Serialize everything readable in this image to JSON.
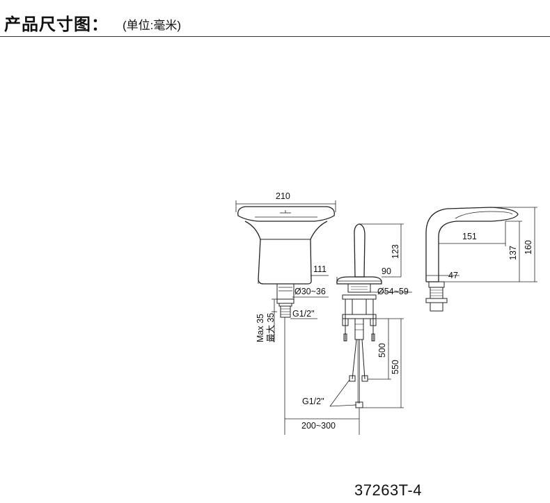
{
  "header": {
    "title": "产品尺寸图：",
    "unit_note": "(单位:毫米)"
  },
  "dimensions": {
    "spout_width": "210",
    "spout_base_diameter": "111",
    "spout_hole_diameter": "Ø30~36",
    "spout_thread": "G1/2\"",
    "max_thickness_en": "Max 35",
    "max_thickness_cn": "最大 35",
    "handle_height": "123",
    "handle_base_diameter": "90",
    "handle_hole_diameter": "Ø54~59",
    "hose_length_500": "500",
    "hose_length_550": "550",
    "hose_thread": "G1/2\"",
    "hose_spacing": "200~300",
    "spout_reach": "151",
    "spout_outlet_height": "137",
    "spout_total_height": "160",
    "spout_side_base": "47"
  },
  "model_code": "37263T-4"
}
